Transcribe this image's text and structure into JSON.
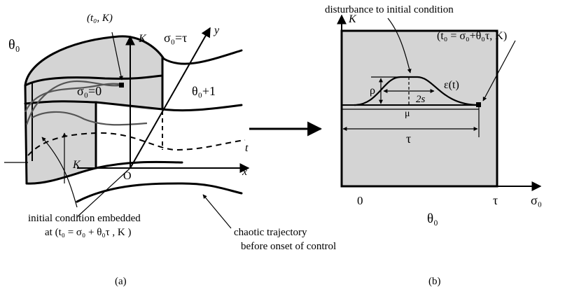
{
  "panel_a": {
    "caption": "(a)",
    "label_theta0": "θ₀",
    "label_theta0_plus1": "θ₀+1",
    "label_t0K": "(t₀, K)",
    "label_sigma_tau": "σ₀=τ",
    "label_sigma_zero": "σ₀=0",
    "axis_K": "K",
    "axis_y": "y",
    "axis_t": "t",
    "axis_x": "x",
    "origin": "O",
    "label_K_height": "K",
    "annotation_initial_line1": "initial condition embedded",
    "annotation_initial_line2": "at (t₀ = σ₀ + θ₀τ , K )",
    "annotation_chaotic_line1": "chaotic trajectory",
    "annotation_chaotic_line2": "before onset of control"
  },
  "panel_b": {
    "caption": "(b)",
    "title": "disturbance to initial condition",
    "axis_K": "K",
    "label_point": "(t₀ = σ₀+θ₀τ, K)",
    "label_rho": "ρ",
    "label_2s": "2s",
    "label_mu": "μ",
    "label_eps": "ε(t)",
    "label_tau_span": "τ",
    "tick_zero": "0",
    "tick_tau": "τ",
    "axis_sigma": "σ₀",
    "label_theta0": "θ₀"
  },
  "colors": {
    "surface_fill": "#d4d4d4",
    "line": "#000000",
    "curve_gray": "#555555"
  }
}
